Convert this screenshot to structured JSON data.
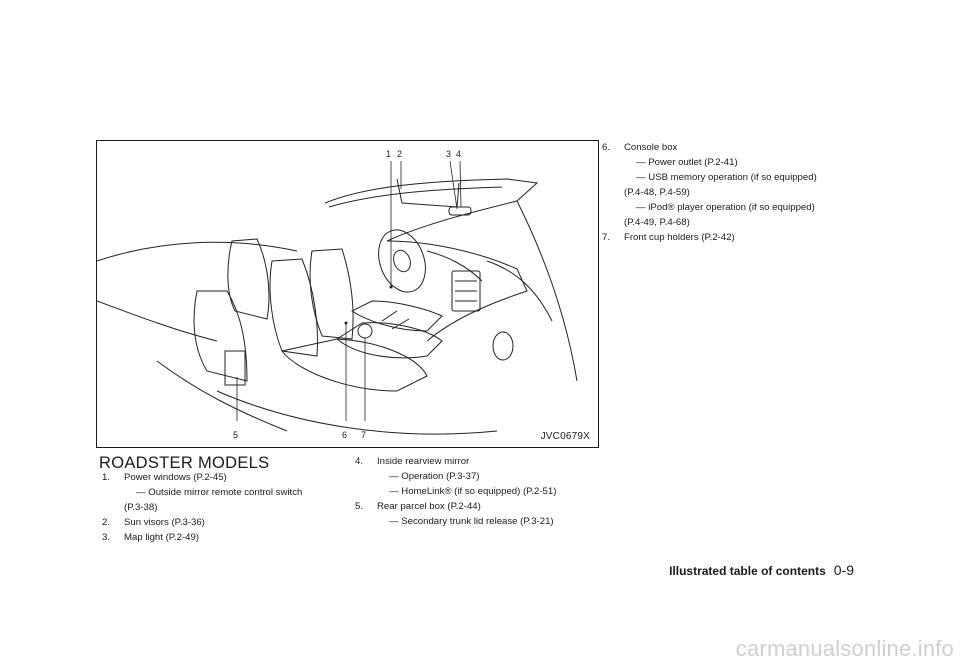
{
  "figure": {
    "code": "JVC0679X",
    "callouts_top": [
      "1",
      "2",
      "3",
      "4"
    ],
    "callouts_bottom": [
      "5",
      "6",
      "7"
    ]
  },
  "section_title": "ROADSTER MODELS",
  "items": [
    {
      "num": "1.",
      "label": "Power windows (P.2-45)",
      "subs": [
        "— Outside mirror remote control switch",
        "(P.3-38)"
      ]
    },
    {
      "num": "2.",
      "label": "Sun visors (P.3-36)",
      "subs": []
    },
    {
      "num": "3.",
      "label": "Map light (P.2-49)",
      "subs": []
    },
    {
      "num": "4.",
      "label": "Inside rearview mirror",
      "subs": [
        "— Operation (P.3-37)",
        "— HomeLink® (if so equipped) (P.2-51)"
      ]
    },
    {
      "num": "5.",
      "label": "Rear parcel box (P.2-44)",
      "subs": [
        "— Secondary trunk lid release (P.3-21)"
      ]
    },
    {
      "num": "6.",
      "label": "Console box",
      "subs": [
        "— Power outlet (P.2-41)",
        "— USB memory operation (if so equipped)",
        "(P.4-48, P.4-59)",
        "— iPod® player operation (if so equipped)",
        "(P.4-49, P.4-68)"
      ]
    },
    {
      "num": "7.",
      "label": "Front cup holders (P.2-42)",
      "subs": []
    }
  ],
  "footer": {
    "title": "Illustrated table of contents",
    "page": "0-9"
  },
  "watermark": "carmanualsonline.info"
}
